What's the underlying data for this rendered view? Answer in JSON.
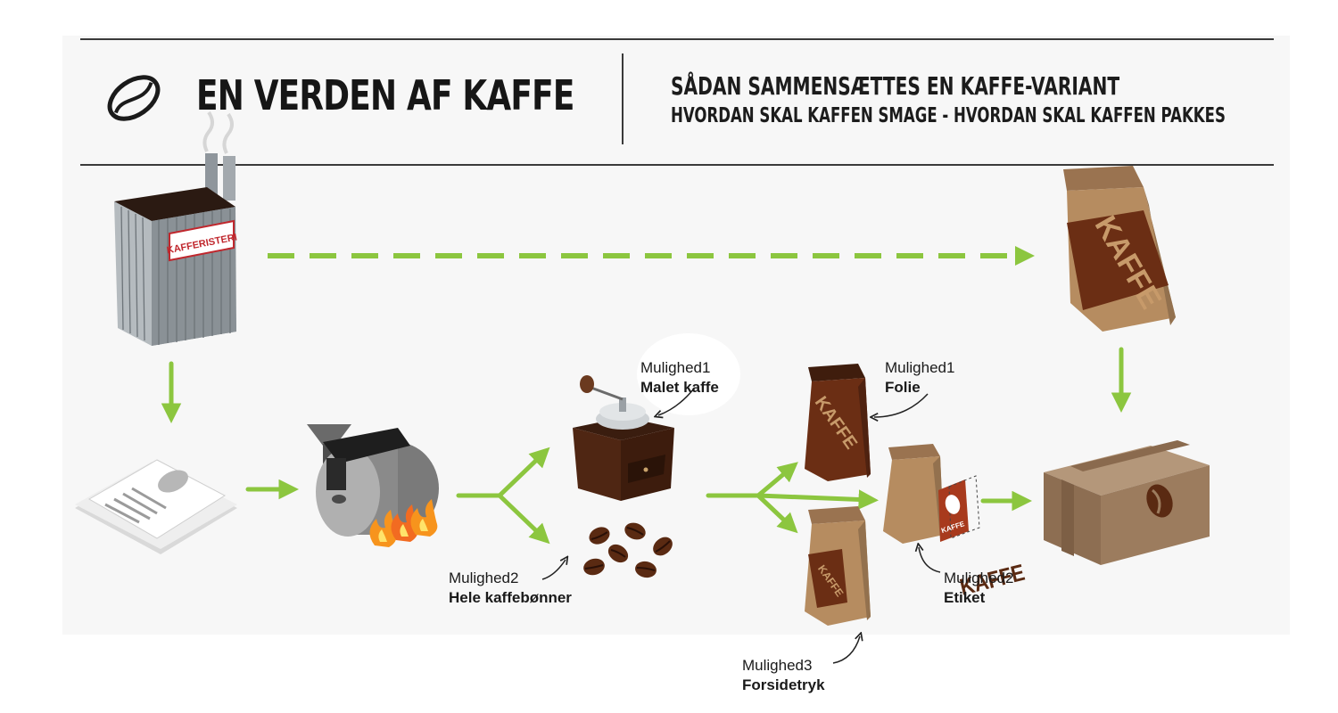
{
  "header": {
    "title": "EN VERDEN AF KAFFE",
    "subtitle_line1": "SÅDAN SAMMENSÆTTES EN KAFFE-VARIANT",
    "subtitle_line2": "HVORDAN SKAL KAFFEN SMAGE - HVORDAN SKAL KAFFEN PAKKES"
  },
  "illustrations": {
    "roastery_sign": "KAFFERISTERI",
    "bag_large_label": "KAFFE",
    "bag_foil_label": "KAFFE",
    "bag_print_label": "KAFFE",
    "sticker_label": "KAFFE",
    "box_label": "KAFFE"
  },
  "callouts": {
    "grind_option": "Mulighed1",
    "grind_label": "Malet kaffe",
    "beans_option": "Mulighed2",
    "beans_label": "Hele kaffebønner",
    "foil_option": "Mulighed1",
    "foil_label": "Folie",
    "sticker_option": "Mulighed2",
    "sticker_label": "Etiket",
    "print_option": "Mulighed3",
    "print_label": "Forsidetryk"
  },
  "colors": {
    "arrow": "#8cc63f",
    "coffee_dark": "#5a2a12",
    "kraft": "#b58a5e",
    "box": "#9c7c5e",
    "sign_red": "#c0272d",
    "flame": "#f7941d"
  }
}
